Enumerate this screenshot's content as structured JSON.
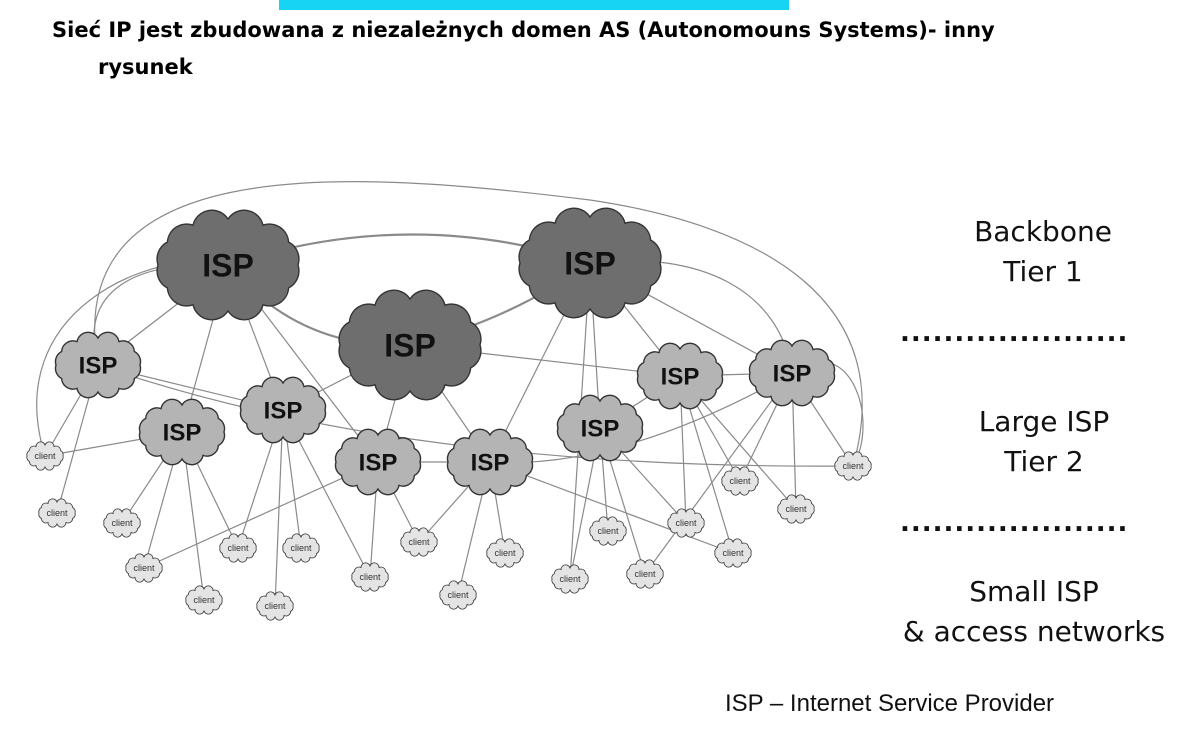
{
  "title": {
    "line1": "Sieć IP jest zbudowana z niezależnych domen AS (Autonomouns Systems)- inny",
    "line2": "rysunek"
  },
  "tiers": {
    "backbone": {
      "line1": "Backbone",
      "line2": "Tier 1"
    },
    "large": {
      "line1": "Large ISP",
      "line2": "Tier 2"
    },
    "small": {
      "line1": "Small ISP",
      "line2": "& access networks"
    },
    "separator1": ".....................",
    "separator2": "....................."
  },
  "node_labels": {
    "isp": "ISP",
    "client": "client"
  },
  "footnote": "ISP – Internet Service Provider",
  "colors": {
    "accent_bar": "#17d3f4",
    "tier1_fill": "#6e6e6e",
    "tier2_fill": "#b4b4b4",
    "client_fill": "#e4e4e4",
    "edge": "#8a8a8a"
  }
}
